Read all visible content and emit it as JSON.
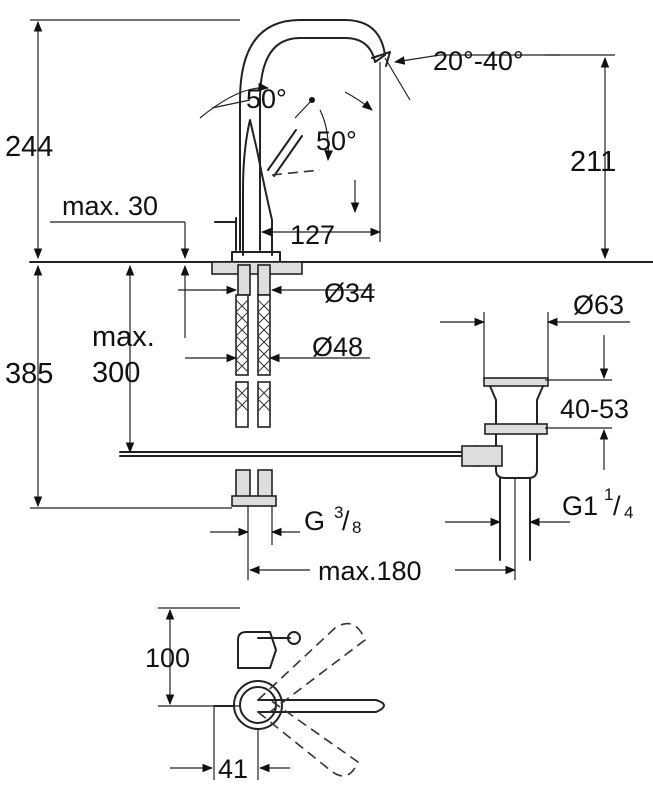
{
  "labels": {
    "h244": "244",
    "h211": "211",
    "h385": "385",
    "ang_swivel": "20°-40°",
    "ang_lever_a": "50°",
    "ang_lever_b": "50°",
    "max30": "max. 30",
    "d127": "127",
    "dia34": "Ø34",
    "dia48": "Ø48",
    "dia63": "Ø63",
    "max300_a": "max.",
    "max300_b": "300",
    "range4053": "40-53",
    "g38_g": "G",
    "g38_num": "3",
    "g38_den": "8",
    "g114_g": "G1",
    "g114_num": "1",
    "g114_den": "4",
    "max180": "max.180",
    "d100": "100",
    "d41": "41"
  }
}
